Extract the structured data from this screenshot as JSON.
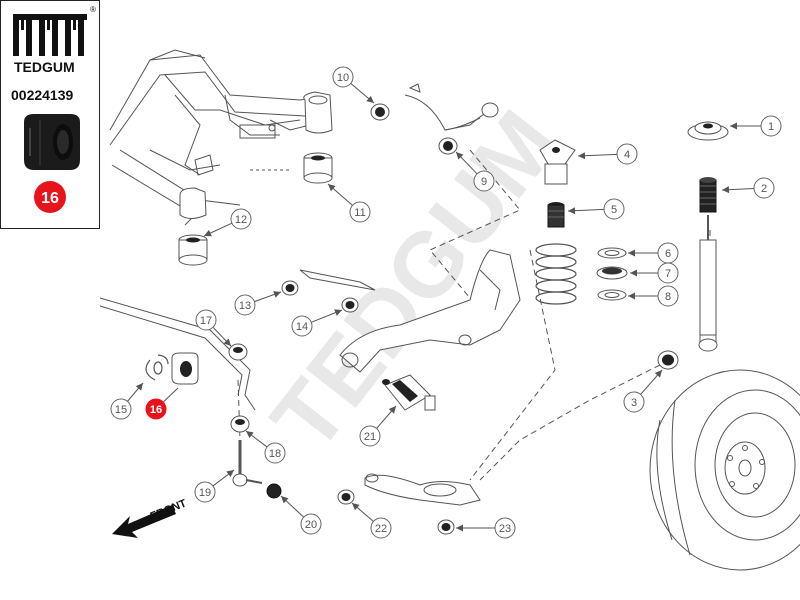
{
  "brand": {
    "name": "TEDGUM",
    "registered_mark": "®",
    "part_number": "00224139",
    "highlight_number": "16",
    "watermark": "TEDGUM"
  },
  "labels": {
    "front": "FRONT"
  },
  "callouts": [
    {
      "n": "1",
      "highlight": false
    },
    {
      "n": "2",
      "highlight": false
    },
    {
      "n": "3",
      "highlight": false
    },
    {
      "n": "4",
      "highlight": false
    },
    {
      "n": "5",
      "highlight": false
    },
    {
      "n": "6",
      "highlight": false
    },
    {
      "n": "7",
      "highlight": false
    },
    {
      "n": "8",
      "highlight": false
    },
    {
      "n": "9",
      "highlight": false
    },
    {
      "n": "10",
      "highlight": false
    },
    {
      "n": "11",
      "highlight": false
    },
    {
      "n": "12",
      "highlight": false
    },
    {
      "n": "13",
      "highlight": false
    },
    {
      "n": "14",
      "highlight": false
    },
    {
      "n": "15",
      "highlight": false
    },
    {
      "n": "16",
      "highlight": true
    },
    {
      "n": "17",
      "highlight": false
    },
    {
      "n": "18",
      "highlight": false
    },
    {
      "n": "19",
      "highlight": false
    },
    {
      "n": "20",
      "highlight": false
    },
    {
      "n": "21",
      "highlight": false
    },
    {
      "n": "22",
      "highlight": false
    },
    {
      "n": "23",
      "highlight": false
    }
  ],
  "colors": {
    "highlight": "#e8141b",
    "line": "#555555",
    "watermark": "#e6e6e6"
  }
}
